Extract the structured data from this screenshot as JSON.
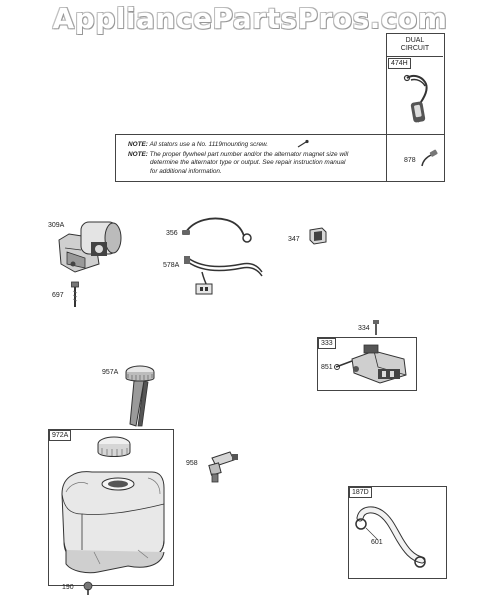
{
  "watermark": "AppliancePartsPros.com",
  "dual_circuit": {
    "heading_line1": "DUAL",
    "heading_line2": "CIRCUIT",
    "tag": "474H"
  },
  "notes": {
    "note1_label": "NOTE:",
    "note1_text": "All stators use a No. 1119mounting screw.",
    "note2_label": "NOTE:",
    "note2_line1": "The proper flywheel part number and/or the alternator magnet size will",
    "note2_line2": "determine the alternator type or output. See repair instruction manual",
    "note2_line3": "for additional information.",
    "part_878": "878"
  },
  "parts": {
    "p309A": "309A",
    "p697": "697",
    "p356": "356",
    "p578A": "578A",
    "p347": "347",
    "p334": "334",
    "p333": "333",
    "p851": "851",
    "p957A": "957A",
    "p972A": "972A",
    "p958": "958",
    "p187D": "187D",
    "p601": "601",
    "p190": "190"
  }
}
